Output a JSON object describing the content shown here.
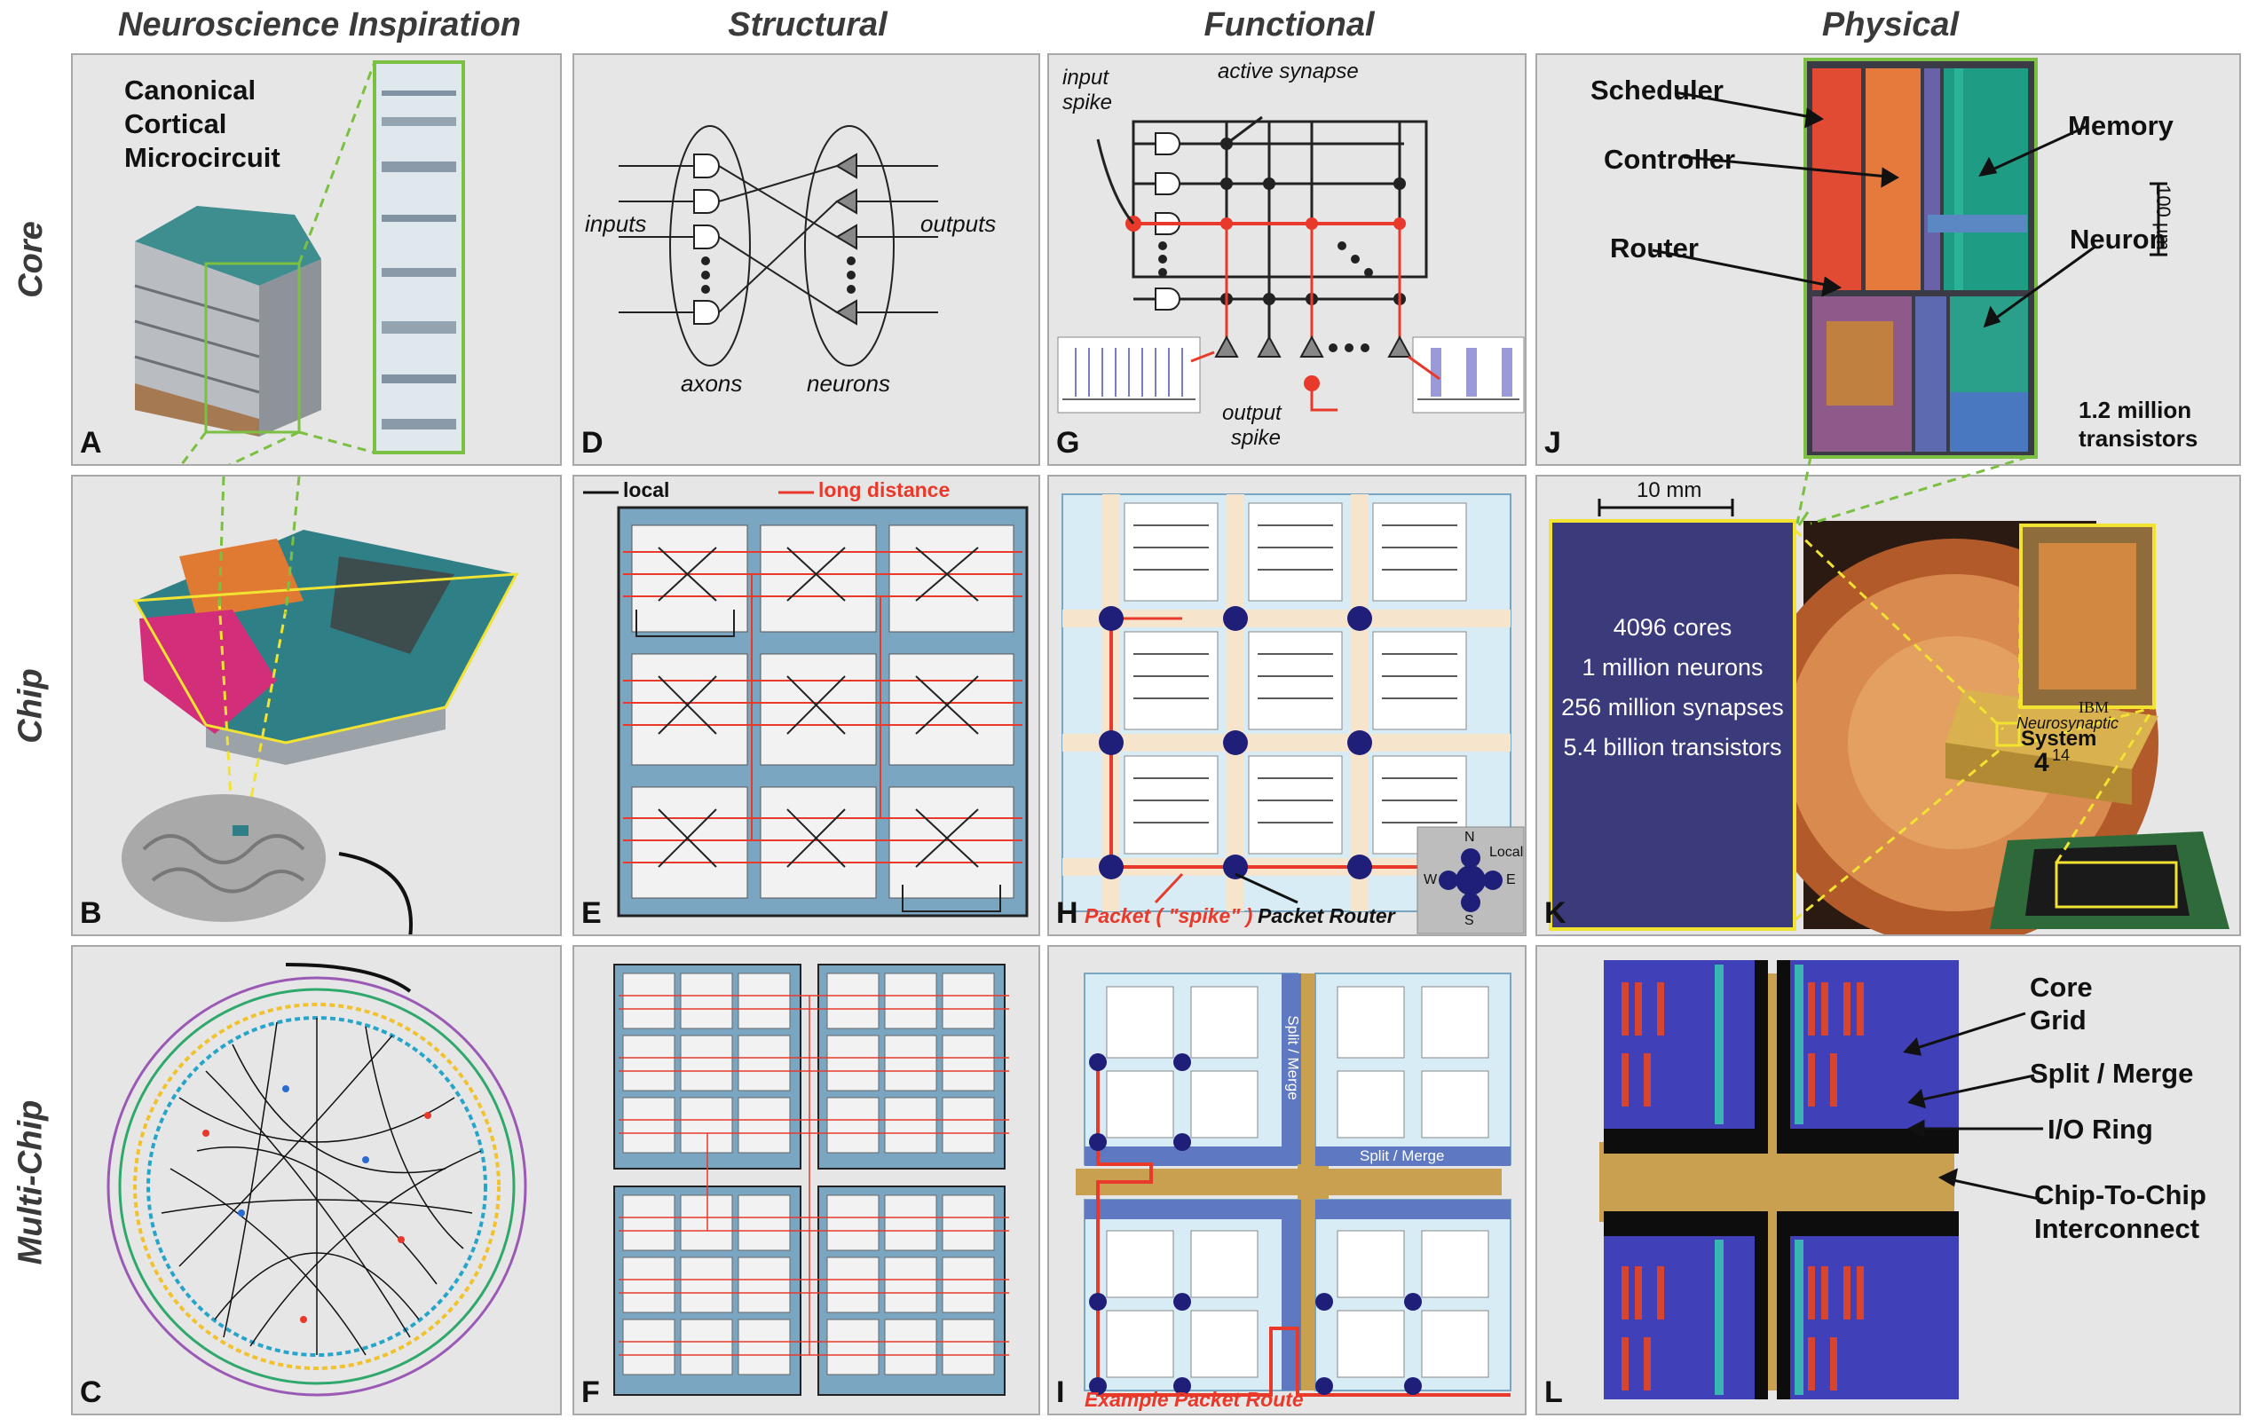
{
  "columns": [
    "Neuroscience Inspiration",
    "Structural",
    "Functional",
    "Physical"
  ],
  "rows": [
    "Core",
    "Chip",
    "Multi-Chip"
  ],
  "panels": {
    "A": {
      "letter": "A",
      "title_lines": [
        "Canonical",
        "Cortical",
        "Microcircuit"
      ]
    },
    "B": {
      "letter": "B"
    },
    "C": {
      "letter": "C"
    },
    "D": {
      "letter": "D",
      "inputs": "inputs",
      "outputs": "outputs",
      "axons": "axons",
      "neurons": "neurons"
    },
    "E": {
      "letter": "E",
      "legend_local": "local",
      "legend_long": "long distance"
    },
    "F": {
      "letter": "F"
    },
    "G": {
      "letter": "G",
      "input_spike": [
        "input",
        "spike"
      ],
      "active_synapse": "active synapse",
      "output_spike": [
        "output",
        "spike"
      ]
    },
    "H": {
      "letter": "H",
      "packet_spike": "Packet ( \"spike\" )",
      "packet_router": "Packet Router",
      "compass": {
        "n": "N",
        "s": "S",
        "e": "E",
        "w": "W",
        "local": "Local"
      }
    },
    "I": {
      "letter": "I",
      "split_merge_v": "Split / Merge",
      "split_merge_h": "Split / Merge",
      "example_route": "Example Packet Route"
    },
    "J": {
      "letter": "J",
      "scheduler": "Scheduler",
      "controller": "Controller",
      "memory": "Memory",
      "router": "Router",
      "neuron": "Neuron",
      "scale": "100 µm",
      "transistors": [
        "1.2 million",
        "transistors"
      ]
    },
    "K": {
      "letter": "K",
      "scale": "10 mm",
      "stats": [
        "4096 cores",
        "1 million neurons",
        "256 million synapses",
        "5.4 billion transistors"
      ],
      "package": [
        "IBM",
        "Neurosynaptic",
        "System",
        "4",
        "14"
      ]
    },
    "L": {
      "letter": "L",
      "core_grid": [
        "Core",
        "Grid"
      ],
      "split_merge": "Split / Merge",
      "io_ring": "I/O Ring",
      "interconnect": [
        "Chip-To-Chip",
        "Interconnect"
      ]
    }
  },
  "colors": {
    "panel_bg": "#e6e6e6",
    "red": "#e8392a",
    "green_dash": "#7bc043",
    "yellow": "#f2e232",
    "navy": "#1f1f7a",
    "steel": "#7aa6c2"
  }
}
